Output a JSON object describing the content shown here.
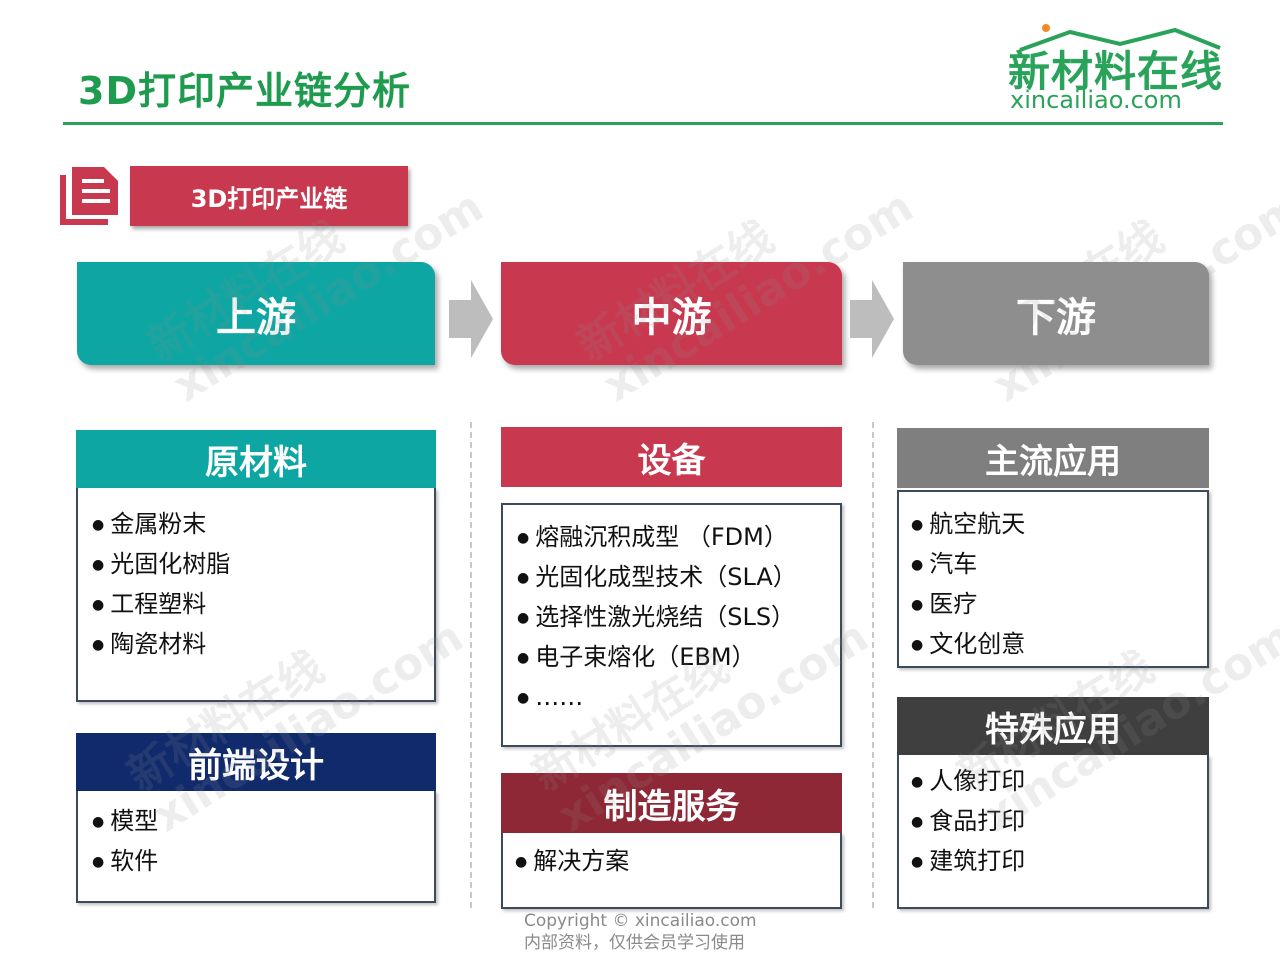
{
  "header": {
    "title": "3D打印产业链分析",
    "logo_cn": "新材料在线",
    "logo_en": "xincailiao.com"
  },
  "section_tag": "3D打印产业链",
  "stages": {
    "upstream": "上游",
    "midstream": "中游",
    "downstream": "下游"
  },
  "upstream": {
    "raw_materials": {
      "title": "原材料",
      "items": [
        "金属粉末",
        "光固化树脂",
        "工程塑料",
        "陶瓷材料"
      ]
    },
    "frontend_design": {
      "title": "前端设计",
      "items": [
        "模型",
        "软件"
      ]
    }
  },
  "midstream": {
    "equipment": {
      "title": "设备",
      "items": [
        "熔融沉积成型 （FDM）",
        "光固化成型技术（SLA）",
        "选择性激光烧结（SLS）",
        "电子束熔化（EBM）",
        "……"
      ]
    },
    "manufacturing_service": {
      "title": "制造服务",
      "items": [
        "解决方案"
      ]
    }
  },
  "downstream": {
    "mainstream": {
      "title": "主流应用",
      "items": [
        "航空航天",
        "汽车",
        "医疗",
        "文化创意"
      ]
    },
    "special": {
      "title": "特殊应用",
      "items": [
        "人像打印",
        "食品打印",
        "建筑打印"
      ]
    }
  },
  "footer": {
    "line1": "Copyright © xincailiao.com",
    "line2": "内部资料，仅供会员学习使用"
  },
  "watermark": {
    "cn": "新材料在线",
    "en": "xincailiao.com"
  },
  "colors": {
    "brand_green": "#2aa35a",
    "teal": "#0ea6a3",
    "crimson": "#c8384f",
    "gray": "#8e8e8e",
    "navy": "#102a6b",
    "dark_red": "#8e2836",
    "dark_gray": "#3f3f3f"
  }
}
